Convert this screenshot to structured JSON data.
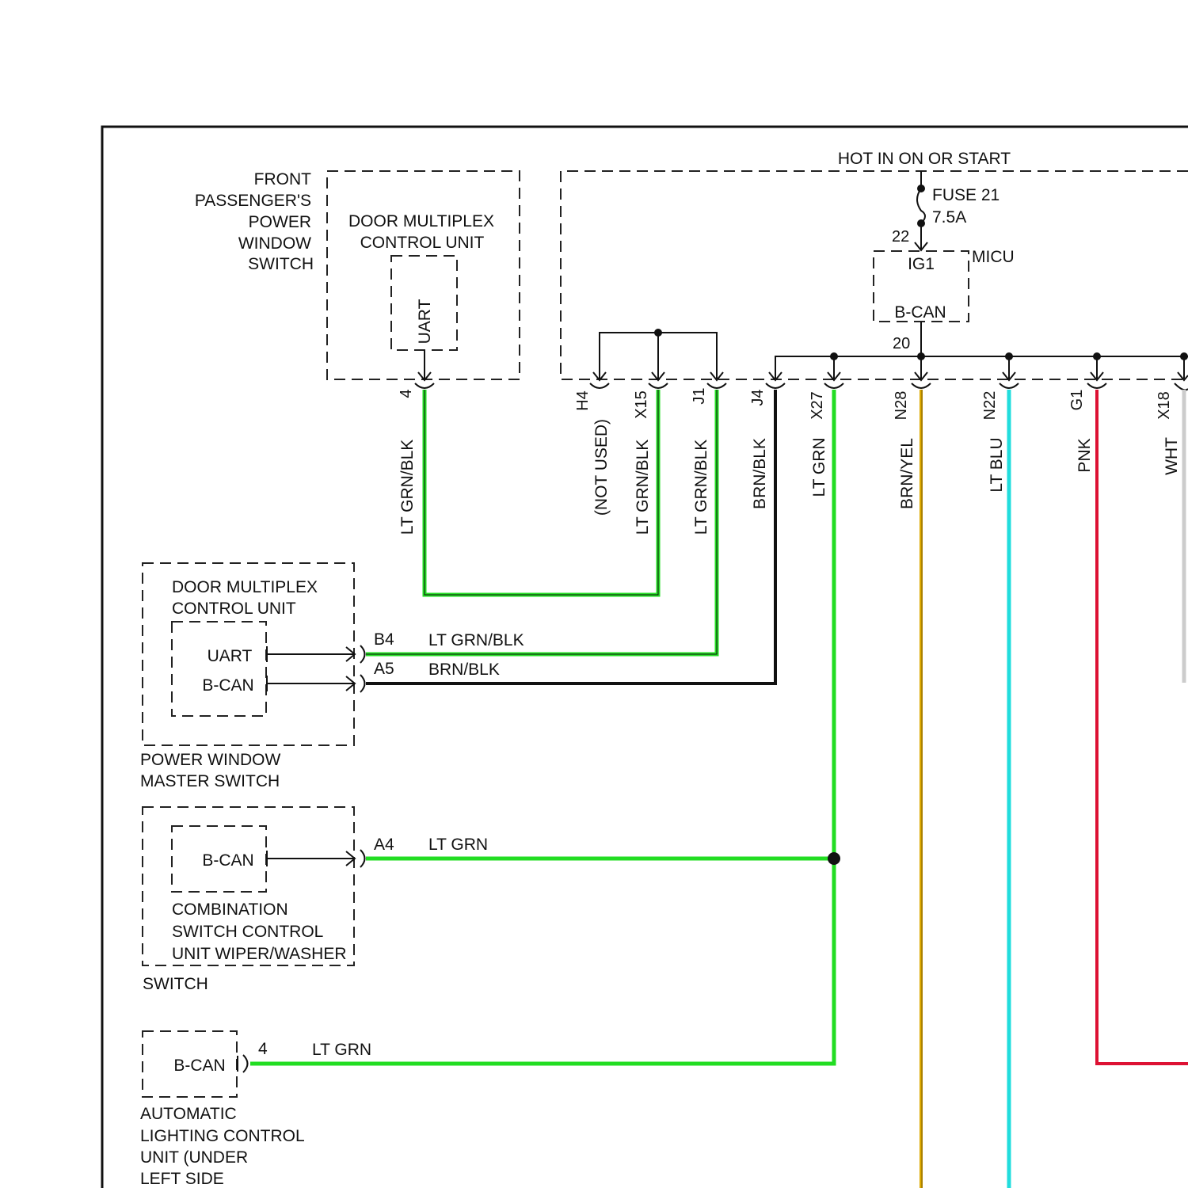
{
  "colors": {
    "lt_grn": "#22dd22",
    "lt_grn_blk": "#22dd22",
    "brn_blk": "#111111",
    "brn_yel": "#ddaa00",
    "lt_blu": "#22dddd",
    "pnk": "#dd1133",
    "wht": "#cccccc"
  },
  "micu": {
    "hot_label": "HOT IN ON OR START",
    "fuse_name": "FUSE 21",
    "fuse_rating": "7.5A",
    "fuse_pin": "22",
    "name": "MICU",
    "ig_label": "IG1",
    "bcan_label": "B-CAN",
    "bcan_pin": "20"
  },
  "front_passenger": {
    "label_lines": [
      "FRONT",
      "PASSENGER'S",
      "POWER",
      "WINDOW",
      "SWITCH"
    ],
    "unit_lines": [
      "DOOR MULTIPLEX",
      "CONTROL UNIT"
    ],
    "uart_label": "UART",
    "pin": "4",
    "wire_color": "LT GRN/BLK"
  },
  "micu_pins": [
    {
      "pin": "H4",
      "wire": "(NOT USED)"
    },
    {
      "pin": "X15",
      "wire": "LT GRN/BLK"
    },
    {
      "pin": "J1",
      "wire": "LT GRN/BLK"
    },
    {
      "pin": "J4",
      "wire": "BRN/BLK"
    },
    {
      "pin": "X27",
      "wire": "LT GRN"
    },
    {
      "pin": "N28",
      "wire": "BRN/YEL"
    },
    {
      "pin": "N22",
      "wire": "LT BLU"
    },
    {
      "pin": "G1",
      "wire": "PNK"
    },
    {
      "pin": "X18",
      "wire": "WHT"
    }
  ],
  "master_switch": {
    "unit_lines": [
      "DOOR MULTIPLEX",
      "CONTROL UNIT"
    ],
    "uart_label": "UART",
    "bcan_label": "B-CAN",
    "label_lines": [
      "POWER WINDOW",
      "MASTER SWITCH"
    ],
    "pin_b4": "B4",
    "wire_b4": "LT GRN/BLK",
    "pin_a5": "A5",
    "wire_a5": "BRN/BLK"
  },
  "combination_switch": {
    "bcan_label": "B-CAN",
    "label_lines": [
      "COMBINATION",
      "SWITCH CONTROL",
      "UNIT WIPER/WASHER",
      "SWITCH"
    ],
    "pin": "A4",
    "wire": "LT GRN"
  },
  "auto_lighting": {
    "bcan_label": "B-CAN",
    "label_lines": [
      "AUTOMATIC",
      "LIGHTING CONTROL",
      "UNIT (UNDER",
      "LEFT SIDE"
    ],
    "pin": "4",
    "wire": "LT GRN"
  }
}
